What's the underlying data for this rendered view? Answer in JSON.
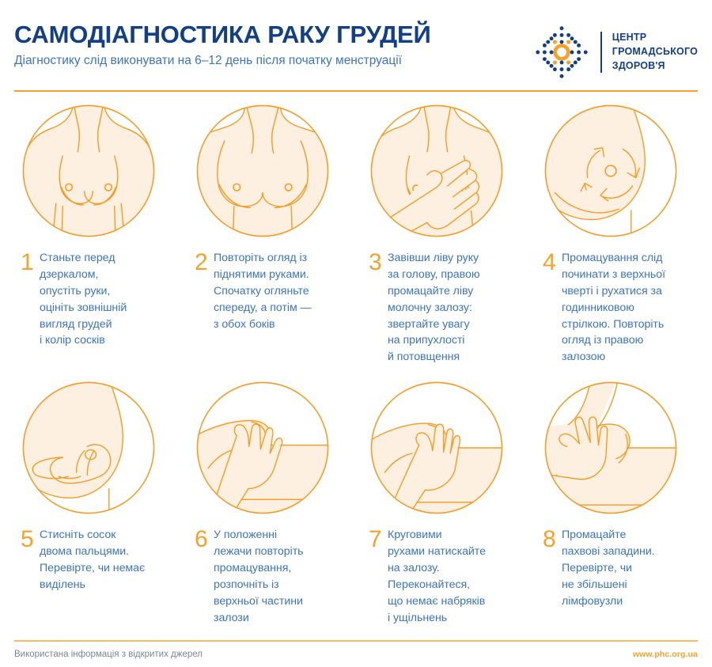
{
  "header": {
    "title": "САМОДІАГНОСТИКА РАКУ ГРУДЕЙ",
    "subtitle": "Діагностику слід виконувати на 6–12 день після початку менструації",
    "logo": {
      "name": "tsentr-hromadskoho-zdorovya-logo",
      "line1": "ЦЕНТР",
      "line2": "ГРОМАДСЬКОГО",
      "line3": "ЗДОРОВ'Я",
      "dot_color_primary": "#133f87",
      "dot_color_accent": "#f5a12c"
    }
  },
  "colors": {
    "title_navy": "#133f87",
    "body_blue": "#3d74bd",
    "accent_orange": "#f5a12c",
    "illustration_line": "#f59a22",
    "illustration_fill": "#fdf0e0",
    "footer_grey": "#7b8694"
  },
  "steps": [
    {
      "number": "1",
      "text": "Станьте перед\nдзеркалом,\nопустіть руки,\nоцініть зовнішній\nвигляд грудей\nі колір сосків",
      "illustration": "torso-arms-down-front-view"
    },
    {
      "number": "2",
      "text": "Повторіть огляд із\nпіднятими руками.\nСпочатку огляньте\nспереду, а потім —\nз обох боків",
      "illustration": "torso-arms-raised-front-view"
    },
    {
      "number": "3",
      "text": "Завівши ліву руку\nза голову, правою\nпромацайте ліву\nмолочну залозу:\nзвертайте увагу\nна припухлості\nй потовщення",
      "illustration": "torso-hand-palpating-breast"
    },
    {
      "number": "4",
      "text": "Промацування слід\nпочинати з верхньої\nчверті і рухатися за\nгодинниковою\nстрілкою. Повторіть\nогляд із правою\nзалозою",
      "illustration": "breast-clockwise-arrows"
    },
    {
      "number": "5",
      "text": "Стисніть сосок\nдвома пальцями.\nПеревірте, чи немає\nвиділень",
      "illustration": "fingers-squeezing-nipple"
    },
    {
      "number": "6",
      "text": "У положенні\nлежачи повторіть\nпромацування,\nрозпочніть із\nверхньої частини\nзалози",
      "illustration": "lying-down-hand-on-upper-breast"
    },
    {
      "number": "7",
      "text": "Круговими\nрухами натискайте\nна залозу.\nПереконайтеся,\nщо немає набряків\nі ущільнень",
      "illustration": "lying-down-circular-pressing"
    },
    {
      "number": "8",
      "text": "Промацайте\nпахвові западини.\nПеревірте, чи\nне збільшені\nлімфовузли",
      "illustration": "armpit-lymph-node-check"
    }
  ],
  "footer": {
    "note": "Використана інформація з відкритих джерел",
    "url": "www.phc.org.ua"
  }
}
